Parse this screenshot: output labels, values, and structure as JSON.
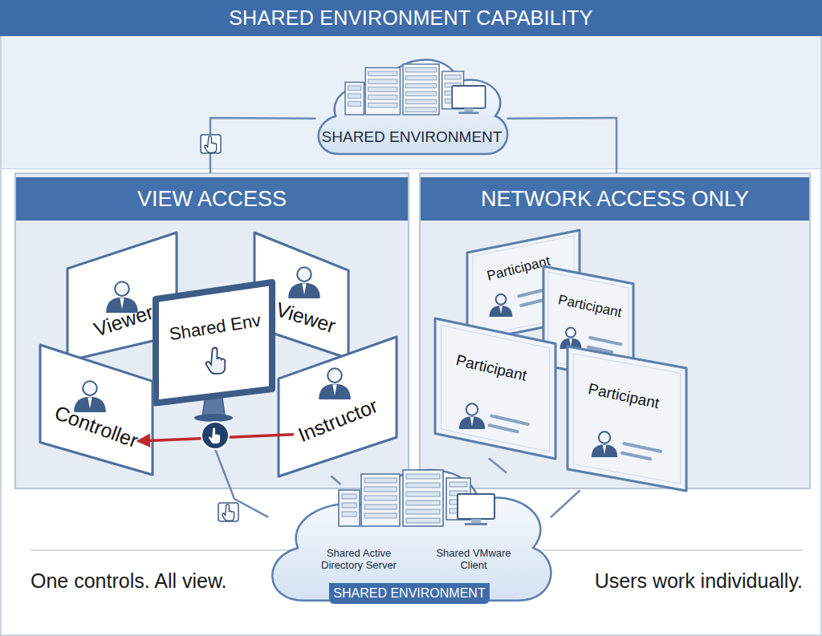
{
  "diagram": {
    "title": "SHARED ENVIRONMENT CAPABILITY",
    "nodes": [
      {
        "text": [
          "SHARED ENVIRONMENT"
        ]
      },
      {
        "text": [
          "VIEW ACCESS"
        ]
      },
      {
        "text": [
          "Viewer"
        ],
        "in": 1
      },
      {
        "text": [
          "Viewer"
        ],
        "in": 1
      },
      {
        "text": [
          "Shared Env"
        ],
        "in": 1
      },
      {
        "text": [
          "Controller"
        ],
        "in": 1
      },
      {
        "text": [
          "Instructor"
        ],
        "in": 1
      },
      {
        "text": [
          "NETWORK ACCESS ONLY"
        ]
      },
      {
        "text": [
          "Participant"
        ],
        "in": 7
      },
      {
        "text": [
          "Participant"
        ],
        "in": 7
      },
      {
        "text": [
          "Participant"
        ],
        "in": 7
      },
      {
        "text": [
          "Participant"
        ],
        "in": 7
      },
      {
        "text": [
          "Shared Active Directory Server",
          "Shared VMware Client",
          "SHARED ENVIRONMENT"
        ]
      }
    ],
    "edges": [
      {
        "from": 0,
        "to": 1,
        "arrow": "none"
      },
      {
        "from": 0,
        "to": 7,
        "arrow": "none"
      },
      {
        "from": 6,
        "to": 5,
        "arrow": "to"
      },
      {
        "from": 4,
        "to": 12,
        "arrow": "none"
      },
      {
        "from": 6,
        "to": 12,
        "arrow": "none"
      },
      {
        "from": 10,
        "to": 12,
        "arrow": "none"
      },
      {
        "from": 11,
        "to": 12,
        "arrow": "none"
      }
    ],
    "labels": [
      "One controls. All view.",
      "Users work individually."
    ]
  }
}
